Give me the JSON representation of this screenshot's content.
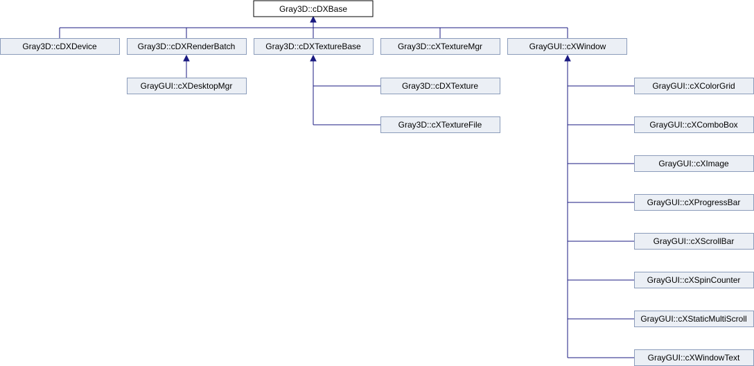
{
  "diagram": {
    "root": "Gray3D::cDXBase",
    "classes": {
      "cdxbase": "Gray3D::cDXBase",
      "cdxdevice": "Gray3D::cDXDevice",
      "cdxrenderbatch": "Gray3D::cDXRenderBatch",
      "cdxtexturebase": "Gray3D::cDXTextureBase",
      "cxtexturemgr": "Gray3D::cXTextureMgr",
      "cxwindow": "GrayGUI::cXWindow",
      "cxdesktopmgr": "GrayGUI::cXDesktopMgr",
      "cdxtexture": "Gray3D::cDXTexture",
      "cxtexturefile": "Gray3D::cXTextureFile",
      "cxcolorgrid": "GrayGUI::cXColorGrid",
      "cxcombobox": "GrayGUI::cXComboBox",
      "cximage": "GrayGUI::cXImage",
      "cxprogressbar": "GrayGUI::cXProgressBar",
      "cxscrollbar": "GrayGUI::cXScrollBar",
      "cxspincounter": "GrayGUI::cXSpinCounter",
      "cxstaticmultiscroll": "GrayGUI::cXStaticMultiScroll",
      "cxwindowtext": "GrayGUI::cXWindowText"
    },
    "inheritance": [
      {
        "child": "cdxdevice",
        "parent": "cdxbase"
      },
      {
        "child": "cdxrenderbatch",
        "parent": "cdxbase"
      },
      {
        "child": "cdxtexturebase",
        "parent": "cdxbase"
      },
      {
        "child": "cxtexturemgr",
        "parent": "cdxbase"
      },
      {
        "child": "cxwindow",
        "parent": "cdxbase"
      },
      {
        "child": "cxdesktopmgr",
        "parent": "cdxrenderbatch"
      },
      {
        "child": "cdxtexture",
        "parent": "cdxtexturebase"
      },
      {
        "child": "cxtexturefile",
        "parent": "cdxtexturebase"
      },
      {
        "child": "cxcolorgrid",
        "parent": "cxwindow"
      },
      {
        "child": "cxcombobox",
        "parent": "cxwindow"
      },
      {
        "child": "cximage",
        "parent": "cxwindow"
      },
      {
        "child": "cxprogressbar",
        "parent": "cxwindow"
      },
      {
        "child": "cxscrollbar",
        "parent": "cxwindow"
      },
      {
        "child": "cxspincounter",
        "parent": "cxwindow"
      },
      {
        "child": "cxstaticmultiscroll",
        "parent": "cxwindow"
      },
      {
        "child": "cxwindowtext",
        "parent": "cxwindow"
      }
    ]
  }
}
